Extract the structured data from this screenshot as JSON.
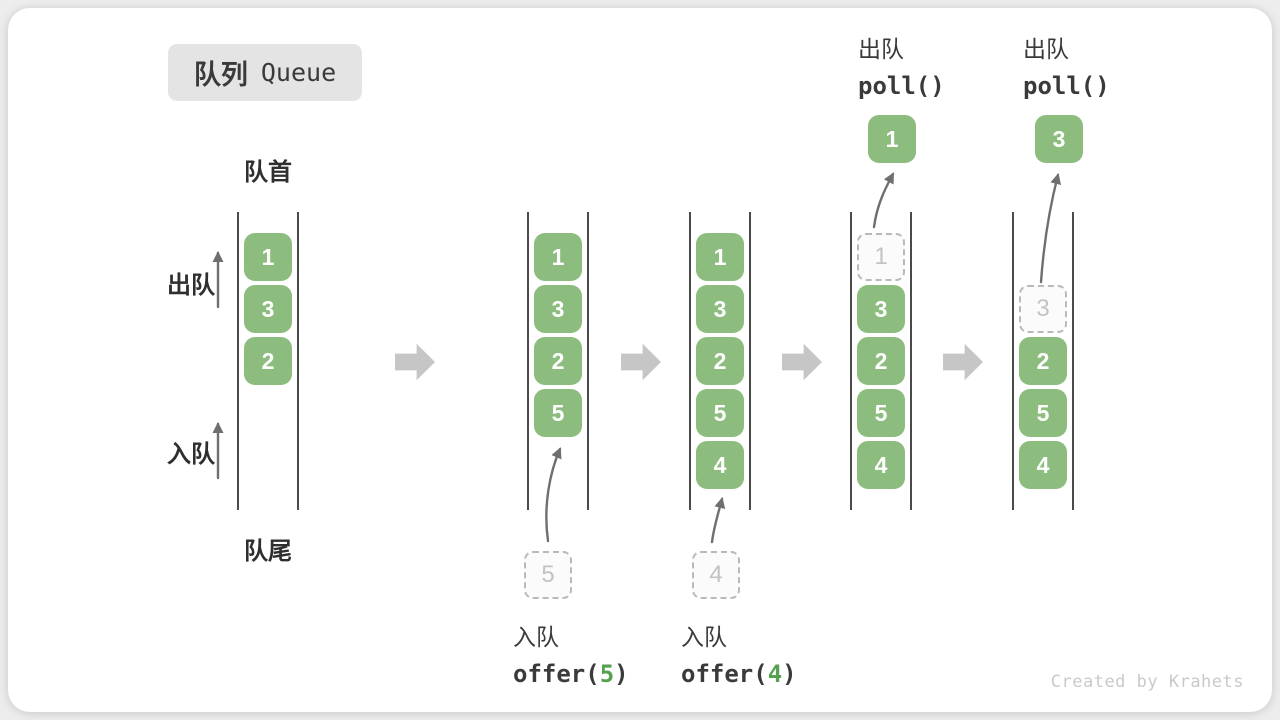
{
  "title": {
    "zh": "队列",
    "en": "Queue"
  },
  "labels": {
    "front": "队首",
    "rear": "队尾",
    "dequeue_side": "出队",
    "enqueue_side": "入队"
  },
  "columns": [
    {
      "cells": [
        "1",
        "3",
        "2"
      ]
    },
    {
      "cells": [
        "1",
        "3",
        "2",
        "5"
      ]
    },
    {
      "cells": [
        "1",
        "3",
        "2",
        "5",
        "4"
      ]
    },
    {
      "removed": "1",
      "cells": [
        "3",
        "2",
        "5",
        "4"
      ],
      "popped": "1"
    },
    {
      "removed": "3",
      "cells": [
        "2",
        "5",
        "4"
      ],
      "popped": "3"
    }
  ],
  "ops": {
    "enqueue5": {
      "label": "入队",
      "code_pre": "offer(",
      "arg": "5",
      "code_post": ")",
      "staged": "5"
    },
    "enqueue4": {
      "label": "入队",
      "code_pre": "offer(",
      "arg": "4",
      "code_post": ")",
      "staged": "4"
    },
    "poll1": {
      "label": "出队",
      "code": "poll()"
    },
    "poll2": {
      "label": "出队",
      "code": "poll()"
    }
  },
  "watermark": "Created by Krahets",
  "colors": {
    "cell_green": "#8cbd7e",
    "code_green": "#57a14e",
    "flow_arrow": "#c6c6c6",
    "wall": "#4a4a4a",
    "arrow": "#6f6f6f",
    "dashed_border": "#b9b9b9",
    "title_bg": "#e4e4e4",
    "text_dark": "#3a3a3a",
    "muted": "#c3c3c3",
    "watermark": "#c9c9c9"
  }
}
